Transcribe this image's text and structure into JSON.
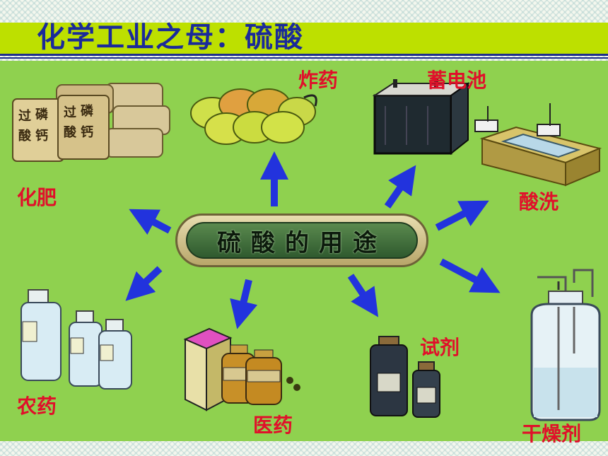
{
  "title": "化学工业之母：硫酸",
  "center_label": "硫酸的用途",
  "labels": {
    "fertilizer": "化肥",
    "explosive": "炸药",
    "battery": "蓄电池",
    "pickling": "酸洗",
    "drying_agent": "干燥剂",
    "reagent": "试剂",
    "medicine": "医药",
    "pesticide": "农药"
  },
  "bag_text": "过磷酸钙",
  "colors": {
    "title": "#1a2a9a",
    "label": "#e0102a",
    "arrow": "#2233dd",
    "panel": "#8fd14f",
    "title_bar": "#bde000"
  }
}
